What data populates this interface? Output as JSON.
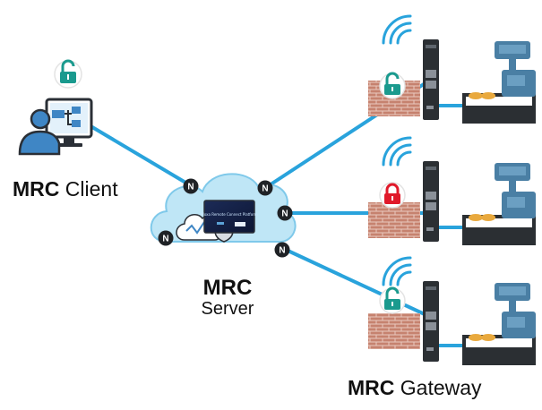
{
  "labels": {
    "client": {
      "bold": "MRC",
      "regular": "Client"
    },
    "server": {
      "bold": "MRC",
      "regular": "Server"
    },
    "gateway": {
      "bold": "MRC",
      "regular": "Gateway"
    },
    "node_letter": "N",
    "platform_text": "Moxa Remote Connect Platform"
  },
  "colors": {
    "link": "#29a3dc",
    "cloud": "#bfe6f6",
    "cloud_outline": "#7fc9ea",
    "lock_open": "#1a9a8e",
    "lock_closed": "#e0192a",
    "brick": "#c6826f",
    "mortar": "#e9c9bf",
    "device_body": "#2b2f33",
    "machine": "#4a7fa4",
    "machine_light": "#6b9fc2",
    "client_blue": "#3f86c5"
  },
  "icons": {
    "client": "computer-user-icon",
    "server": "cloud-server-icon",
    "gateway": "industrial-gateway-icon",
    "lock_open": "unlocked-padlock-icon",
    "lock_closed": "locked-padlock-icon",
    "wifi": "wifi-signal-icon",
    "firewall": "brick-firewall-icon",
    "machine": "vending-machine-icon"
  },
  "gateways": [
    {
      "lock": "open"
    },
    {
      "lock": "closed"
    },
    {
      "lock": "open"
    }
  ]
}
